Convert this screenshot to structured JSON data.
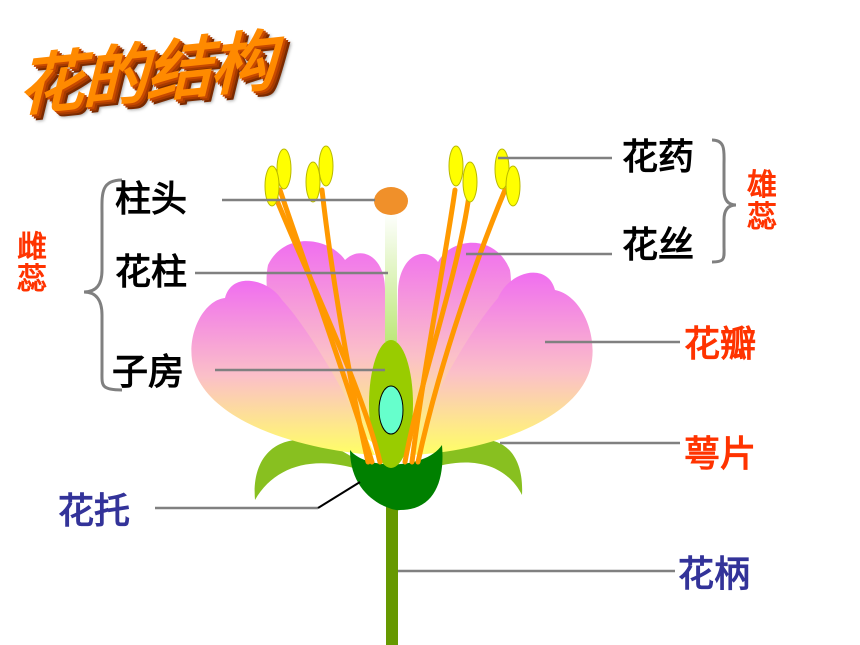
{
  "title": "花的结构",
  "labels": {
    "stigma": "柱头",
    "style": "花柱",
    "ovary": "子房",
    "pistil": "雌蕊",
    "anther": "花药",
    "filament": "花丝",
    "stamen": "雄蕊",
    "petal": "花瓣",
    "sepal": "萼片",
    "receptacle": "花托",
    "pedicel": "花柄"
  },
  "colors": {
    "label_black": "#000000",
    "label_red": "#ff3300",
    "label_blue": "#333399",
    "title_orange": "#ff8a00",
    "petal_pink": "#f06ef0",
    "petal_yellow": "#ffff66",
    "stem_green": "#669900",
    "receptacle_green": "#008000",
    "filament_orange": "#ff9900",
    "anther_yellow": "#ffff00"
  }
}
